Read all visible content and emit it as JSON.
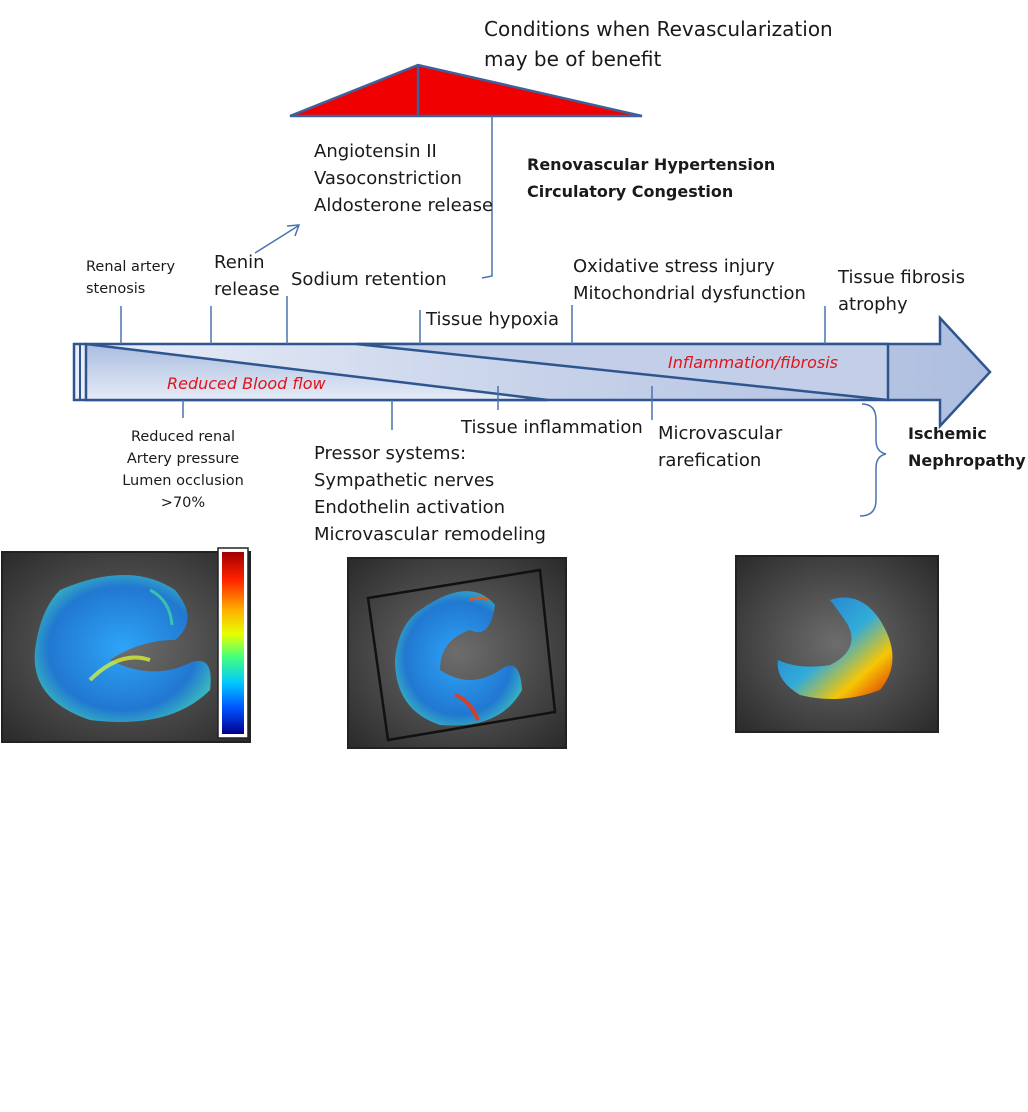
{
  "top": {
    "condition_line1": "Conditions when Revascularization",
    "condition_line2": "may be of benefit"
  },
  "upper": {
    "angiotensin": "Angiotensin II",
    "vasoconstriction": "Vasoconstriction",
    "aldosterone": "Aldosterone release",
    "renovascular": "Renovascular Hypertension",
    "circulatory": "Circulatory Congestion"
  },
  "timeline_top": {
    "stenosis_1": "Renal artery",
    "stenosis_2": "stenosis",
    "renin_1": "Renin",
    "renin_2": "release",
    "sodium": "Sodium retention",
    "hypoxia": "Tissue hypoxia",
    "oxidative": "Oxidative stress injury",
    "mitochondrial": "Mitochondrial dysfunction",
    "fibrosis_1": "Tissue fibrosis",
    "fibrosis_2": "atrophy"
  },
  "arrow": {
    "reduced_flow": "Reduced Blood  flow",
    "inflammation": "Inflammation/fibrosis"
  },
  "timeline_bottom": {
    "pressure_1": "Reduced renal",
    "pressure_2": "Artery pressure",
    "pressure_3": "Lumen occlusion",
    "pressure_4": ">70%",
    "pressor_1": "Pressor systems:",
    "pressor_2": "Sympathetic nerves",
    "pressor_3": "Endothelin activation",
    "pressor_4": "Microvascular remodeling",
    "tissue_inflammation": "Tissue inflammation",
    "micro_1": "Microvascular",
    "micro_2": "rarefication",
    "ischemic_1": "Ischemic",
    "ischemic_2": "Nephropathy"
  },
  "colors": {
    "triangle": "#f00000",
    "line": "#4a73b0",
    "arrow_fill": "#c9d3ea",
    "arrow_label": "#e0141c"
  }
}
